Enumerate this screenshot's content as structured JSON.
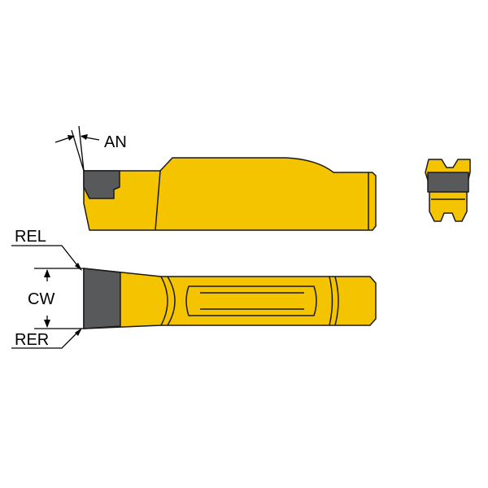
{
  "colors": {
    "insert_body": "#F5C400",
    "cutting_tip": "#58595B",
    "outline": "#1A1A1A",
    "dimension_lines": "#000000",
    "background": "#FFFFFF"
  },
  "labels": {
    "an": "AN",
    "rel": "REL",
    "cw": "CW",
    "rer": "RER"
  }
}
